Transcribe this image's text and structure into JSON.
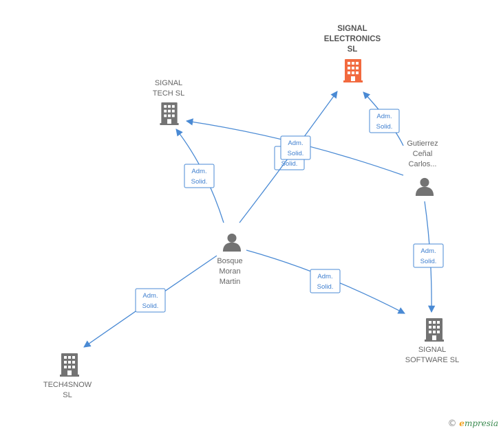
{
  "nodes": {
    "signal_electronics": {
      "lines": [
        "SIGNAL",
        "ELECTRONICS",
        "SL"
      ],
      "kind": "company",
      "color": "#f26a3f"
    },
    "signal_tech": {
      "lines": [
        "SIGNAL",
        "TECH  SL"
      ],
      "kind": "company",
      "color": "#737373"
    },
    "gutierrez": {
      "lines": [
        "Gutierrez",
        "Ceñal",
        "Carlos..."
      ],
      "kind": "person",
      "color": "#737373"
    },
    "bosque": {
      "lines": [
        "Bosque",
        "Moran",
        "Martin"
      ],
      "kind": "person",
      "color": "#737373"
    },
    "signal_software": {
      "lines": [
        "SIGNAL",
        "SOFTWARE SL"
      ],
      "kind": "company",
      "color": "#737373"
    },
    "tech4snow": {
      "lines": [
        "TECH4SNOW",
        "SL"
      ],
      "kind": "company",
      "color": "#737373"
    }
  },
  "edges": [
    {
      "from": "gutierrez",
      "to": "signal_electronics",
      "role": [
        "Adm.",
        "Solid."
      ]
    },
    {
      "from": "gutierrez",
      "to": "signal_tech",
      "role": [
        "Adm.",
        "Solid."
      ]
    },
    {
      "from": "gutierrez",
      "to": "signal_software",
      "role": [
        "Adm.",
        "Solid."
      ]
    },
    {
      "from": "bosque",
      "to": "signal_tech",
      "role": [
        "Adm.",
        "Solid."
      ]
    },
    {
      "from": "bosque",
      "to": "signal_electronics",
      "role": [
        "Adm.",
        "Solid."
      ]
    },
    {
      "from": "bosque",
      "to": "signal_software",
      "role": [
        "Adm.",
        "Solid."
      ]
    },
    {
      "from": "bosque",
      "to": "tech4snow",
      "role": [
        "Adm.",
        "Solid."
      ]
    }
  ],
  "colors": {
    "edge": "#4a8ad4",
    "node_default": "#737373",
    "node_highlight": "#f26a3f"
  },
  "footer": {
    "copyright": "©",
    "brand_initial": "e",
    "brand_rest": "mpresia"
  }
}
